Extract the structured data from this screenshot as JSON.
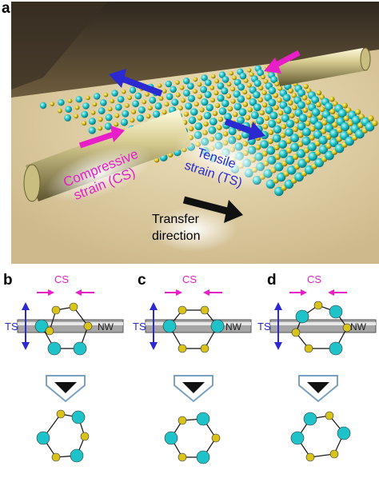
{
  "panel_a": {
    "letter": "a",
    "cs_label_line1": "Compressive",
    "cs_label_line2": "strain (CS)",
    "ts_label_line1": "Tensile",
    "ts_label_line2": "strain (TS)",
    "transfer_line1": "Transfer",
    "transfer_line2": "direction"
  },
  "panels": [
    {
      "letter": "b",
      "cs": "CS",
      "ts": "TS",
      "nw": "NW"
    },
    {
      "letter": "c",
      "cs": "CS",
      "ts": "TS",
      "nw": "NW"
    },
    {
      "letter": "d",
      "cs": "CS",
      "ts": "TS",
      "nw": "NW"
    }
  ],
  "colors": {
    "cyan_atom": "#1ec3c9",
    "yellow_atom": "#d9c21a",
    "magenta_arrow": "#e81ec8",
    "blue_arrow": "#2a2ad0",
    "floor": "#d8c79c",
    "background_dark": "#4b4030"
  }
}
